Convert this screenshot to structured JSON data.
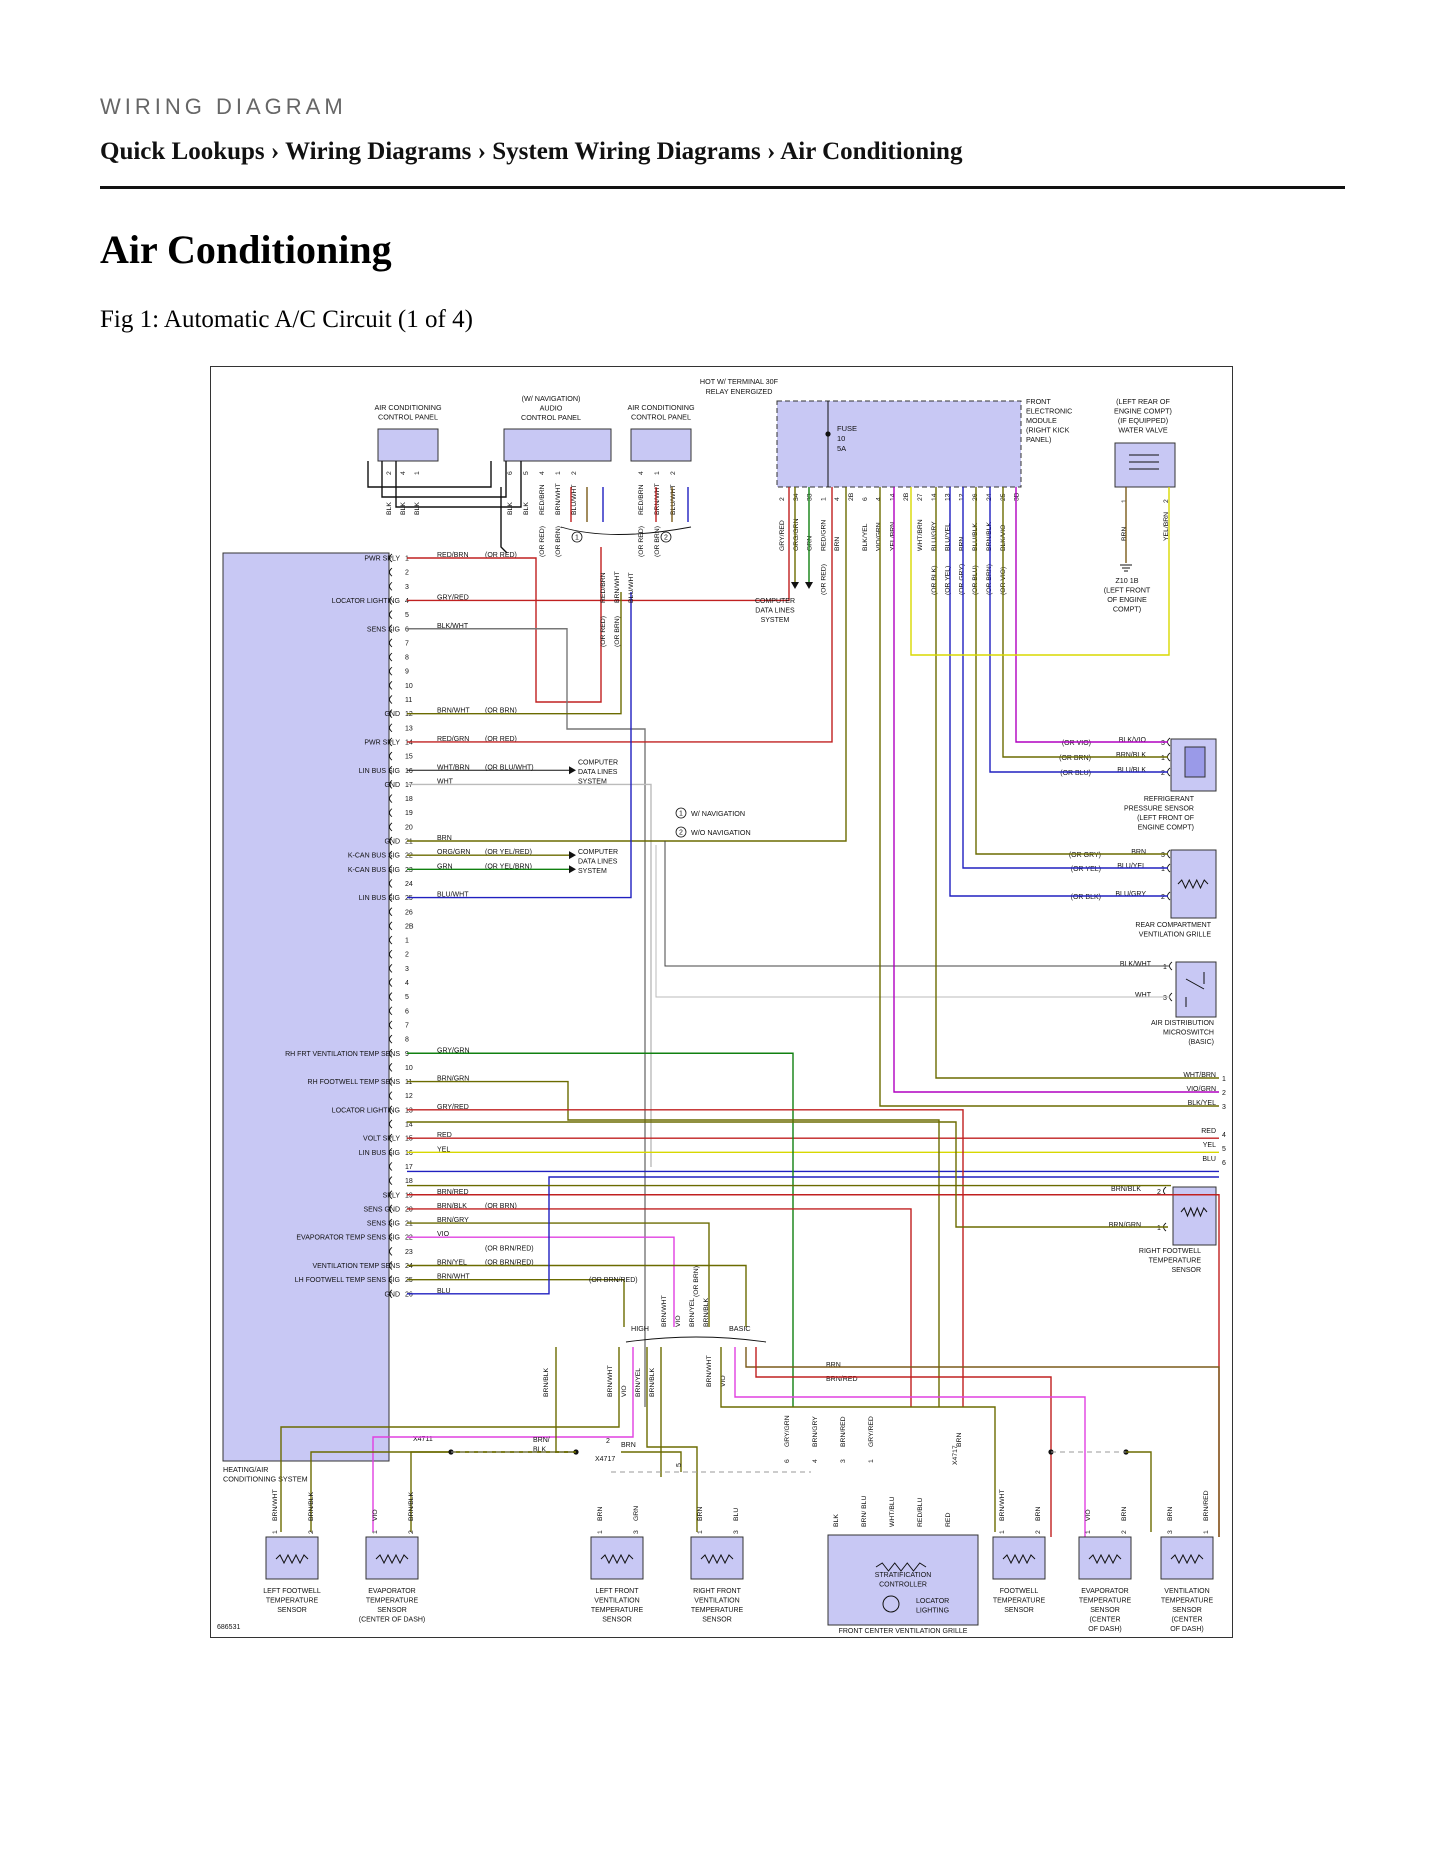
{
  "header": {
    "eyebrow": "WIRING DIAGRAM",
    "breadcrumb": [
      {
        "label": "Quick Lookups"
      },
      {
        "label": "Wiring Diagrams"
      },
      {
        "label": "System Wiring Diagrams"
      },
      {
        "label": "Air Conditioning"
      }
    ],
    "separator": "›"
  },
  "page": {
    "title": "Air Conditioning",
    "figure_caption": "Fig 1: Automatic A/C Circuit (1 of 4)"
  },
  "diagram": {
    "figure_id": "686531",
    "hot_label_1": "HOT W/ TERMINAL 30F",
    "hot_label_2": "RELAY ENERGIZED",
    "modules": {
      "ac_panel_left": [
        "AIR CONDITIONING",
        "CONTROL PANEL"
      ],
      "audio_panel": [
        "(W/ NAVIGATION)",
        "AUDIO",
        "CONTROL PANEL"
      ],
      "ac_panel_right": [
        "AIR CONDITIONING",
        "CONTROL PANEL"
      ],
      "fem": [
        "FRONT",
        "ELECTRONIC",
        "MODULE",
        "(RIGHT KICK",
        "PANEL)"
      ],
      "water_valve": [
        "(LEFT REAR OF",
        "ENGINE COMPT)",
        "(IF EQUIPPED)",
        "WATER VALVE"
      ],
      "ground": [
        "Z10 1B",
        "(LEFT FRONT",
        "OF ENGINE",
        "COMPT)"
      ],
      "hvac": [
        "HEATING/AIR",
        "CONDITIONING SYSTEM"
      ],
      "refrig_sensor": [
        "REFRIGERANT",
        "PRESSURE SENSOR",
        "(LEFT FRONT OF",
        "ENGINE COMPT)"
      ],
      "rear_grille": [
        "REAR COMPARTMENT",
        "VENTILATION GRILLE"
      ],
      "microswitch": [
        "AIR DISTRIBUTION",
        "MICROSWITCH",
        "(BASIC)"
      ],
      "right_footwell": [
        "RIGHT FOOTWELL",
        "TEMPERATURE",
        "SENSOR"
      ],
      "comp_data_1": [
        "COMPUTER",
        "DATA LINES",
        "SYSTEM"
      ],
      "comp_data_2": [
        "COMPUTER",
        "DATA LINES",
        "SYSTEM"
      ],
      "comp_data_3": [
        "COMPUTER",
        "DATA LINES",
        "SYSTEM"
      ]
    },
    "fuse": [
      "FUSE",
      "10",
      "5A"
    ],
    "legend": [
      {
        "mark": "1",
        "text": "W/ NAVIGATION"
      },
      {
        "mark": "2",
        "text": "W/O NAVIGATION"
      }
    ],
    "switch_labels": {
      "high": "HIGH",
      "basic": "BASIC"
    },
    "connectors": [
      "X4711",
      "X4717",
      "X4717",
      "2B"
    ],
    "top_pins": {
      "ac_left": [
        {
          "pin": "2",
          "wire": "BLK"
        },
        {
          "pin": "4",
          "wire": "BLK"
        },
        {
          "pin": "1",
          "wire": "BLK"
        }
      ],
      "audio": [
        {
          "pin": "6",
          "wire": "BLK"
        },
        {
          "pin": "5",
          "wire": "BLK"
        },
        {
          "pin": "4",
          "wire": "RED/BRN",
          "alt": "(OR RED)"
        },
        {
          "pin": "1",
          "wire": "BRN/WHT",
          "alt": "(OR BRN)"
        },
        {
          "pin": "2",
          "wire": "BLU/WHT",
          "alt": ""
        }
      ],
      "ac_right": [
        {
          "pin": "4",
          "wire": "RED/BRN",
          "alt": "(OR RED)"
        },
        {
          "pin": "1",
          "wire": "BRN/WHT",
          "alt": "(OR BRN)"
        },
        {
          "pin": "2",
          "wire": "BLU/WHT",
          "alt": ""
        }
      ],
      "fem": [
        {
          "pin": "2",
          "wire": "GRY/RED",
          "alt": ""
        },
        {
          "pin": "34",
          "wire": "ORG/GRN",
          "alt": ""
        },
        {
          "pin": "33",
          "wire": "GRN",
          "alt": ""
        },
        {
          "pin": "1",
          "wire": "RED/GRN",
          "alt": "(OR RED)"
        },
        {
          "pin": "4",
          "wire": "BRN",
          "alt": ""
        },
        {
          "pin": "2B",
          "wire": "",
          "alt": ""
        },
        {
          "pin": "6",
          "wire": "BLK/YEL",
          "alt": ""
        },
        {
          "pin": "4",
          "wire": "VIO/GRN",
          "alt": ""
        },
        {
          "pin": "14",
          "wire": "YEL/BRN",
          "alt": ""
        },
        {
          "pin": "2B",
          "wire": "",
          "alt": ""
        },
        {
          "pin": "27",
          "wire": "WHT/BRN",
          "alt": ""
        },
        {
          "pin": "14",
          "wire": "BLU/GRY",
          "alt": "(OR BLK)"
        },
        {
          "pin": "13",
          "wire": "BLU/YEL",
          "alt": "(OR YEL)"
        },
        {
          "pin": "12",
          "wire": "BRN",
          "alt": "(OR GRY)"
        },
        {
          "pin": "26",
          "wire": "BLU/BLK",
          "alt": "(OR BLU)"
        },
        {
          "pin": "24",
          "wire": "BRN/BLK",
          "alt": "(OR BRN)"
        },
        {
          "pin": "25",
          "wire": "BLK/VIO",
          "alt": "(OR VIO)"
        },
        {
          "pin": "3B",
          "wire": "",
          "alt": ""
        }
      ],
      "water_valve": [
        {
          "pin": "1",
          "wire": "BRN"
        },
        {
          "pin": "2",
          "wire": "YEL/BRN"
        }
      ]
    },
    "hvac_pins": [
      {
        "pin": "1",
        "func": "PWR SPLY",
        "wire": "RED/BRN",
        "alt": "(OR RED)"
      },
      {
        "pin": "2",
        "func": "",
        "wire": "",
        "alt": ""
      },
      {
        "pin": "3",
        "func": "",
        "wire": "",
        "alt": ""
      },
      {
        "pin": "4",
        "func": "LOCATOR LIGHTING",
        "wire": "GRY/RED",
        "alt": ""
      },
      {
        "pin": "5",
        "func": "",
        "wire": "",
        "alt": ""
      },
      {
        "pin": "6",
        "func": "SENS SIG",
        "wire": "BLK/WHT",
        "alt": ""
      },
      {
        "pin": "7",
        "func": "",
        "wire": "",
        "alt": ""
      },
      {
        "pin": "8",
        "func": "",
        "wire": "",
        "alt": ""
      },
      {
        "pin": "9",
        "func": "",
        "wire": "",
        "alt": ""
      },
      {
        "pin": "10",
        "func": "",
        "wire": "",
        "alt": ""
      },
      {
        "pin": "11",
        "func": "",
        "wire": "",
        "alt": ""
      },
      {
        "pin": "12",
        "func": "GND",
        "wire": "BRN/WHT",
        "alt": "(OR BRN)"
      },
      {
        "pin": "13",
        "func": "",
        "wire": "",
        "alt": ""
      },
      {
        "pin": "14",
        "func": "PWR SPLY",
        "wire": "RED/GRN",
        "alt": "(OR RED)"
      },
      {
        "pin": "15",
        "func": "",
        "wire": "",
        "alt": ""
      },
      {
        "pin": "16",
        "func": "LIN BUS SIG",
        "wire": "WHT/BRN",
        "alt": "(OR BLU/WHT)"
      },
      {
        "pin": "17",
        "func": "GND",
        "wire": "WHT",
        "alt": ""
      },
      {
        "pin": "18",
        "func": "",
        "wire": "",
        "alt": ""
      },
      {
        "pin": "19",
        "func": "",
        "wire": "",
        "alt": ""
      },
      {
        "pin": "20",
        "func": "",
        "wire": "",
        "alt": ""
      },
      {
        "pin": "21",
        "func": "GND",
        "wire": "BRN",
        "alt": ""
      },
      {
        "pin": "22",
        "func": "K-CAN BUS SIG",
        "wire": "ORG/GRN",
        "alt": "(OR YEL/RED)"
      },
      {
        "pin": "23",
        "func": "K-CAN BUS SIG",
        "wire": "GRN",
        "alt": "(OR YEL/BRN)"
      },
      {
        "pin": "24",
        "func": "",
        "wire": "",
        "alt": ""
      },
      {
        "pin": "25",
        "func": "LIN BUS SIG",
        "wire": "BLU/WHT",
        "alt": ""
      },
      {
        "pin": "26",
        "func": "",
        "wire": "",
        "alt": ""
      },
      {
        "pin": "2B",
        "func": "",
        "wire": "",
        "alt": ""
      },
      {
        "pin": "1",
        "func": "",
        "wire": "",
        "alt": ""
      },
      {
        "pin": "2",
        "func": "",
        "wire": "",
        "alt": ""
      },
      {
        "pin": "3",
        "func": "",
        "wire": "",
        "alt": ""
      },
      {
        "pin": "4",
        "func": "",
        "wire": "",
        "alt": ""
      },
      {
        "pin": "5",
        "func": "",
        "wire": "",
        "alt": ""
      },
      {
        "pin": "6",
        "func": "",
        "wire": "",
        "alt": ""
      },
      {
        "pin": "7",
        "func": "",
        "wire": "",
        "alt": ""
      },
      {
        "pin": "8",
        "func": "",
        "wire": "",
        "alt": ""
      },
      {
        "pin": "9",
        "func": "RH FRT VENTILATION TEMP SENS",
        "wire": "GRY/GRN",
        "alt": ""
      },
      {
        "pin": "10",
        "func": "",
        "wire": "",
        "alt": ""
      },
      {
        "pin": "11",
        "func": "RH FOOTWELL TEMP SENS",
        "wire": "BRN/GRN",
        "alt": ""
      },
      {
        "pin": "12",
        "func": "",
        "wire": "",
        "alt": ""
      },
      {
        "pin": "13",
        "func": "LOCATOR LIGHTING",
        "wire": "GRY/RED",
        "alt": ""
      },
      {
        "pin": "14",
        "func": "",
        "wire": "",
        "alt": ""
      },
      {
        "pin": "15",
        "func": "VOLT SPLY",
        "wire": "RED",
        "alt": ""
      },
      {
        "pin": "16",
        "func": "LIN BUS SIG",
        "wire": "YEL",
        "alt": ""
      },
      {
        "pin": "17",
        "func": "",
        "wire": "",
        "alt": ""
      },
      {
        "pin": "18",
        "func": "",
        "wire": "",
        "alt": ""
      },
      {
        "pin": "19",
        "func": "SPLY",
        "wire": "BRN/RED",
        "alt": ""
      },
      {
        "pin": "20",
        "func": "SENS GND",
        "wire": "BRN/BLK",
        "alt": "(OR BRN)"
      },
      {
        "pin": "21",
        "func": "SENS SIG",
        "wire": "BRN/GRY",
        "alt": ""
      },
      {
        "pin": "22",
        "func": "EVAPORATOR TEMP SENS SIG",
        "wire": "VIO",
        "alt": ""
      },
      {
        "pin": "23",
        "func": "",
        "wire": "",
        "alt": "(OR BRN/RED)"
      },
      {
        "pin": "24",
        "func": "VENTILATION TEMP SENS",
        "wire": "BRN/YEL",
        "alt": "(OR BRN/RED)"
      },
      {
        "pin": "25",
        "func": "LH FOOTWELL TEMP SENS SIG",
        "wire": "BRN/WHT",
        "alt": ""
      },
      {
        "pin": "26",
        "func": "GND",
        "wire": "BLU",
        "alt": ""
      }
    ],
    "right_conns": {
      "refrig": [
        {
          "alt": "(OR VIO)",
          "wire": "BLK/VIO",
          "pin": "3"
        },
        {
          "alt": "(OR BRN)",
          "wire": "BRN/BLK",
          "pin": "1"
        },
        {
          "alt": "(OR BLU)",
          "wire": "BLU/BLK",
          "pin": "2"
        }
      ],
      "grille": [
        {
          "alt": "(OR GRY)",
          "wire": "BRN",
          "pin": "3"
        },
        {
          "alt": "(OR YEL)",
          "wire": "BLU/YEL",
          "pin": "1"
        },
        {
          "alt": "(OR BLK)",
          "wire": "BLU/GRY",
          "pin": "2"
        }
      ],
      "micro": [
        {
          "wire": "BLK/WHT",
          "pin": "1"
        },
        {
          "wire": "WHT",
          "pin": "3"
        }
      ],
      "offsheet": [
        {
          "wire": "WHT/BRN",
          "pin": "1"
        },
        {
          "wire": "VIO/GRN",
          "pin": "2"
        },
        {
          "wire": "BLK/YEL",
          "pin": "3"
        },
        {
          "wire": "RED",
          "pin": "4"
        },
        {
          "wire": "YEL",
          "pin": "5"
        },
        {
          "wire": "BLU",
          "pin": "6"
        }
      ],
      "rfoot": [
        {
          "wire": "BRN/BLK",
          "pin": "2"
        },
        {
          "wire": "BRN/GRN",
          "pin": "1"
        }
      ]
    },
    "mid_labels": {
      "high_wires": [
        "BRN/BLK",
        "BRN/WHT",
        "VIO",
        "BRN/YEL",
        "BRN/BLK"
      ],
      "basic_wires": [
        "BRN/WHT",
        "VIO"
      ],
      "mid_stack": [
        "BRN/WHT",
        "VIO",
        "BRN/YEL",
        "BRN/BLK"
      ],
      "orbrn": "(OR BRN)",
      "orbrnred": "(OR BRN/RED)",
      "brn": "BRN",
      "brnred": "BRN/RED",
      "splice_lbl": [
        "BRN/",
        "BLK",
        "2",
        "BRN"
      ],
      "upper_right": [
        "GRY/GRN",
        "BRN/GRY",
        "BRN/RED",
        "GRY/RED",
        "BRN"
      ],
      "upper_right_pins": [
        "6",
        "4",
        "3",
        "1"
      ],
      "pin5": "5"
    },
    "bottom_sensors": [
      {
        "name": [
          "LEFT FOOTWELL",
          "TEMPERATURE",
          "SENSOR"
        ],
        "pins": [
          {
            "n": "1",
            "w": "BRN/WHT"
          },
          {
            "n": "2",
            "w": "BRN/BLK"
          }
        ]
      },
      {
        "name": [
          "EVAPORATOR",
          "TEMPERATURE",
          "SENSOR",
          "(CENTER OF DASH)"
        ],
        "pins": [
          {
            "n": "1",
            "w": "VIO"
          },
          {
            "n": "2",
            "w": "BRN/BLK"
          }
        ]
      },
      {
        "name": [
          "LEFT FRONT",
          "VENTILATION",
          "TEMPERATURE",
          "SENSOR"
        ],
        "pins": [
          {
            "n": "1",
            "w": "BRN"
          },
          {
            "n": "3",
            "w": "GRN"
          }
        ]
      },
      {
        "name": [
          "RIGHT FRONT",
          "VENTILATION",
          "TEMPERATURE",
          "SENSOR"
        ],
        "pins": [
          {
            "n": "1",
            "w": "BRN"
          },
          {
            "n": "3",
            "w": "BLU"
          }
        ]
      },
      {
        "name": [
          "FOOTWELL",
          "TEMPERATURE",
          "SENSOR"
        ],
        "pins": [
          {
            "n": "1",
            "w": "BRN/WHT"
          },
          {
            "n": "2",
            "w": "BRN"
          }
        ]
      },
      {
        "name": [
          "EVAPORATOR",
          "TEMPERATURE",
          "SENSOR",
          "(CENTER",
          "OF DASH)"
        ],
        "pins": [
          {
            "n": "1",
            "w": "VIO"
          },
          {
            "n": "2",
            "w": "BRN"
          }
        ]
      },
      {
        "name": [
          "VENTILATION",
          "TEMPERATURE",
          "SENSOR",
          "(CENTER",
          "OF DASH)"
        ],
        "pins": [
          {
            "n": "3",
            "w": "BRN"
          },
          {
            "n": "1",
            "w": "BRN/RED"
          }
        ]
      }
    ],
    "center_grille": {
      "name": "FRONT CENTER VENTILATION GRILLE",
      "strat": [
        "STRATIFICATION",
        "CONTROLLER"
      ],
      "locator": [
        "LOCATOR",
        "LIGHTING"
      ],
      "wires": [
        "BLK",
        "BRN/ BLU",
        "WHT/BLU",
        "RED/BLU",
        "RED"
      ]
    },
    "colors": {
      "red": "#c02020",
      "brown": "#7a5a1a",
      "olive": "#6b6b00",
      "violet": "#b000c0",
      "magenta": "#e040e0",
      "blue": "#2020c0",
      "green": "#108010",
      "yellow": "#d8d800",
      "gray": "#9a9a9a",
      "black": "#000000",
      "module_fill": "#c8c8f4",
      "module_stroke": "#333333"
    }
  }
}
